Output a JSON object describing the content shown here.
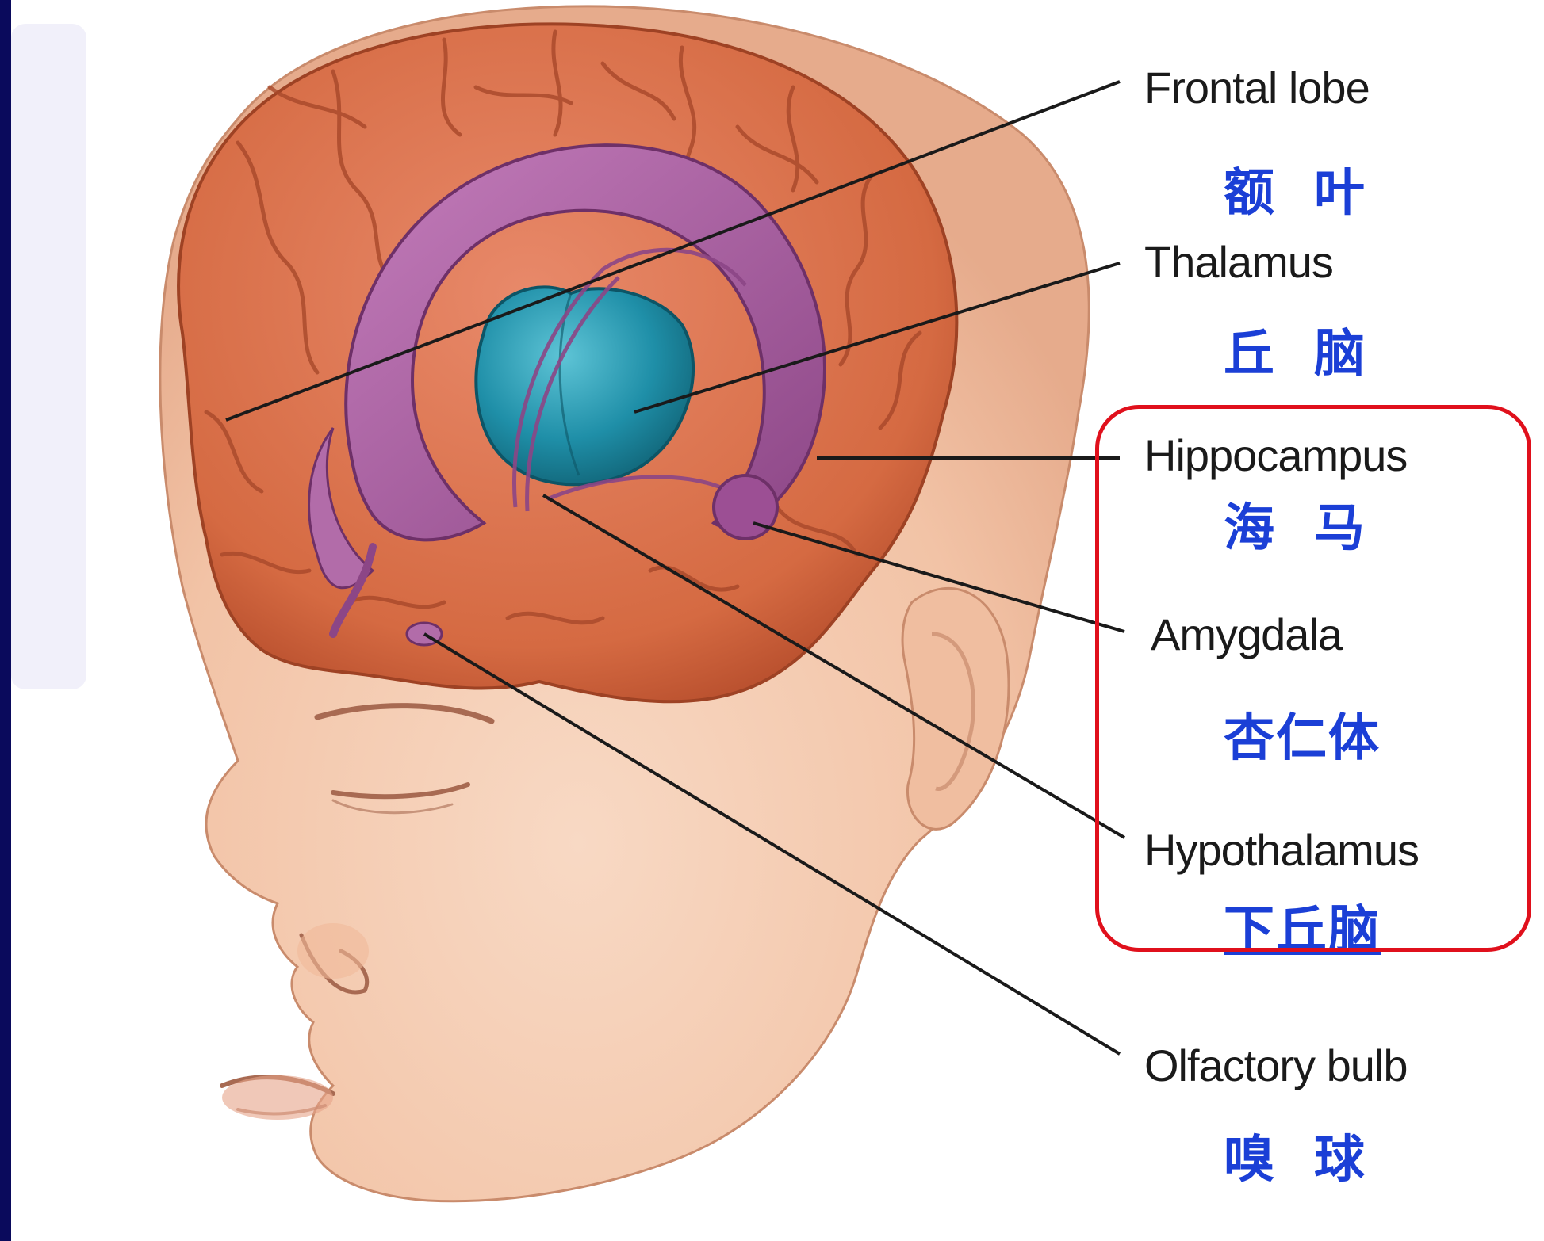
{
  "labels": {
    "frontal_lobe": {
      "en": "Frontal lobe",
      "zh": "额叶"
    },
    "thalamus": {
      "en": "Thalamus",
      "zh": "丘脑"
    },
    "hippocampus": {
      "en": "Hippocampus",
      "zh": "海马"
    },
    "amygdala": {
      "en": "Amygdala",
      "zh": "杏仁体"
    },
    "hypothalamus": {
      "en": "Hypothalamus",
      "zh": "下丘脑"
    },
    "olfactory_bulb": {
      "en": "Olfactory bulb",
      "zh": "嗅球"
    }
  },
  "colors": {
    "slide_left_bar": "#0a0a5c",
    "slide_bg_tint": "#f1f0fa",
    "skin": "#f6cfb5",
    "brain_cortex": "#d9734a",
    "limbic": "#a45a9c",
    "thalamus": "#1f8fa8",
    "chinese_label": "#1b3fd6",
    "highlight_border": "#e0101c"
  }
}
